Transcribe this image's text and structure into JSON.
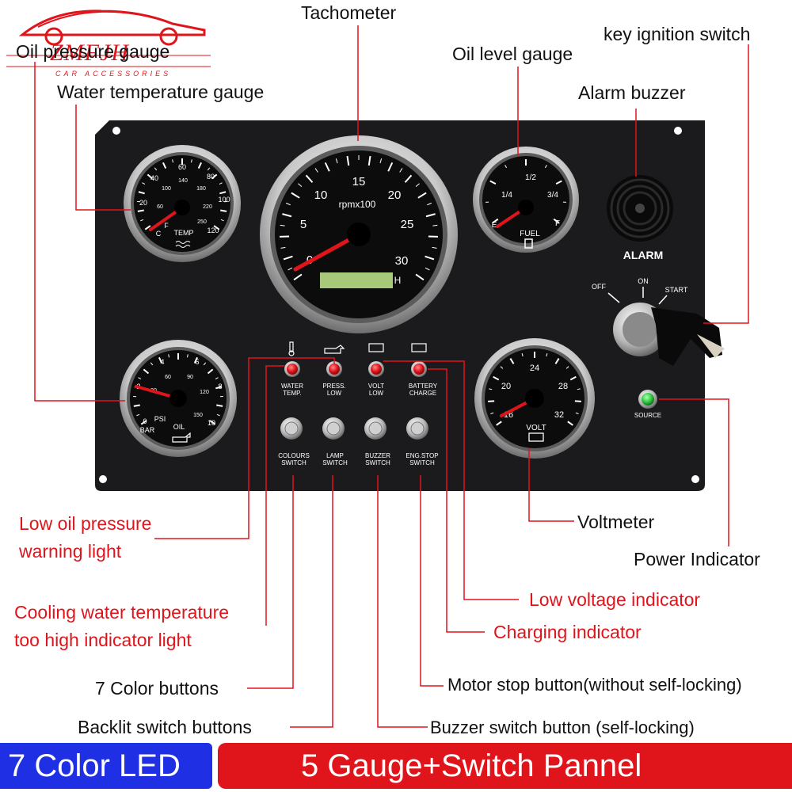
{
  "brand": {
    "name": "ZMFJH",
    "tagline": "CAR ACCESSORIES"
  },
  "callouts": {
    "tachometer": "Tachometer",
    "key_ignition": "key ignition switch",
    "oil_pressure_gauge": "Oil pressure gauge",
    "oil_level_gauge": "Oil level gauge",
    "water_temp_gauge": "Water temperature gauge",
    "alarm_buzzer": "Alarm buzzer",
    "low_oil_light_1": "Low oil pressure",
    "low_oil_light_2": "warning light",
    "voltmeter": "Voltmeter",
    "power_indicator": "Power Indicator",
    "low_voltage": "Low voltage indicator",
    "cooling_1": "Cooling water temperature",
    "cooling_2": "too high indicator light",
    "charging": "Charging indicator",
    "color_buttons": "7 Color buttons",
    "motor_stop": "Motor stop button(without self-locking)",
    "backlit": "Backlit switch buttons",
    "buzzer_switch": "Buzzer switch button (self-locking)"
  },
  "banner": {
    "left": "7 Color LED",
    "right": "5 Gauge+Switch Pannel"
  },
  "panel": {
    "tach": {
      "unit": "rpmx100",
      "hour_mark": "H",
      "ticks": [
        "0",
        "5",
        "10",
        "15",
        "20",
        "25",
        "30"
      ]
    },
    "temp": {
      "title": "TEMP",
      "c_ticks": [
        "20",
        "40",
        "60",
        "80",
        "100",
        "120"
      ],
      "f_ticks": [
        "60",
        "100",
        "140",
        "180",
        "220",
        "250"
      ],
      "c": "C",
      "f": "F"
    },
    "fuel": {
      "title": "FUEL",
      "e": "E",
      "q1": "1/4",
      "half": "1/2",
      "q3": "3/4",
      "f": "F"
    },
    "oil": {
      "title": "OIL",
      "psi": "PSI",
      "bar": "BAR",
      "bar_ticks": [
        "0",
        "2",
        "4",
        "6",
        "8",
        "10"
      ],
      "psi_ticks": [
        "30",
        "60",
        "90",
        "120",
        "150"
      ]
    },
    "volt": {
      "title": "VOLT",
      "ticks": [
        "16",
        "20",
        "24",
        "28",
        "32"
      ]
    },
    "alarm": "ALARM",
    "ign": {
      "off": "OFF",
      "on": "ON",
      "start": "START"
    },
    "source": "SOURCE",
    "lights": [
      {
        "line1": "WATER",
        "line2": "TEMP."
      },
      {
        "line1": "PRESS.",
        "line2": "LOW"
      },
      {
        "line1": "VOLT",
        "line2": "LOW"
      },
      {
        "line1": "BATTERY",
        "line2": "CHARGE"
      }
    ],
    "switches": [
      {
        "line1": "COLOURS",
        "line2": "SWITCH"
      },
      {
        "line1": "LAMP",
        "line2": "SWITCH"
      },
      {
        "line1": "BUZZER",
        "line2": "SWITCH"
      },
      {
        "line1": "ENG.STOP",
        "line2": "SWITCH"
      }
    ]
  },
  "colors": {
    "accent_red": "#e0141b",
    "banner_blue": "#1f2fe3",
    "panel": "#1b1b1d",
    "needle": "#e0141b",
    "source_led": "#2ecc40"
  }
}
